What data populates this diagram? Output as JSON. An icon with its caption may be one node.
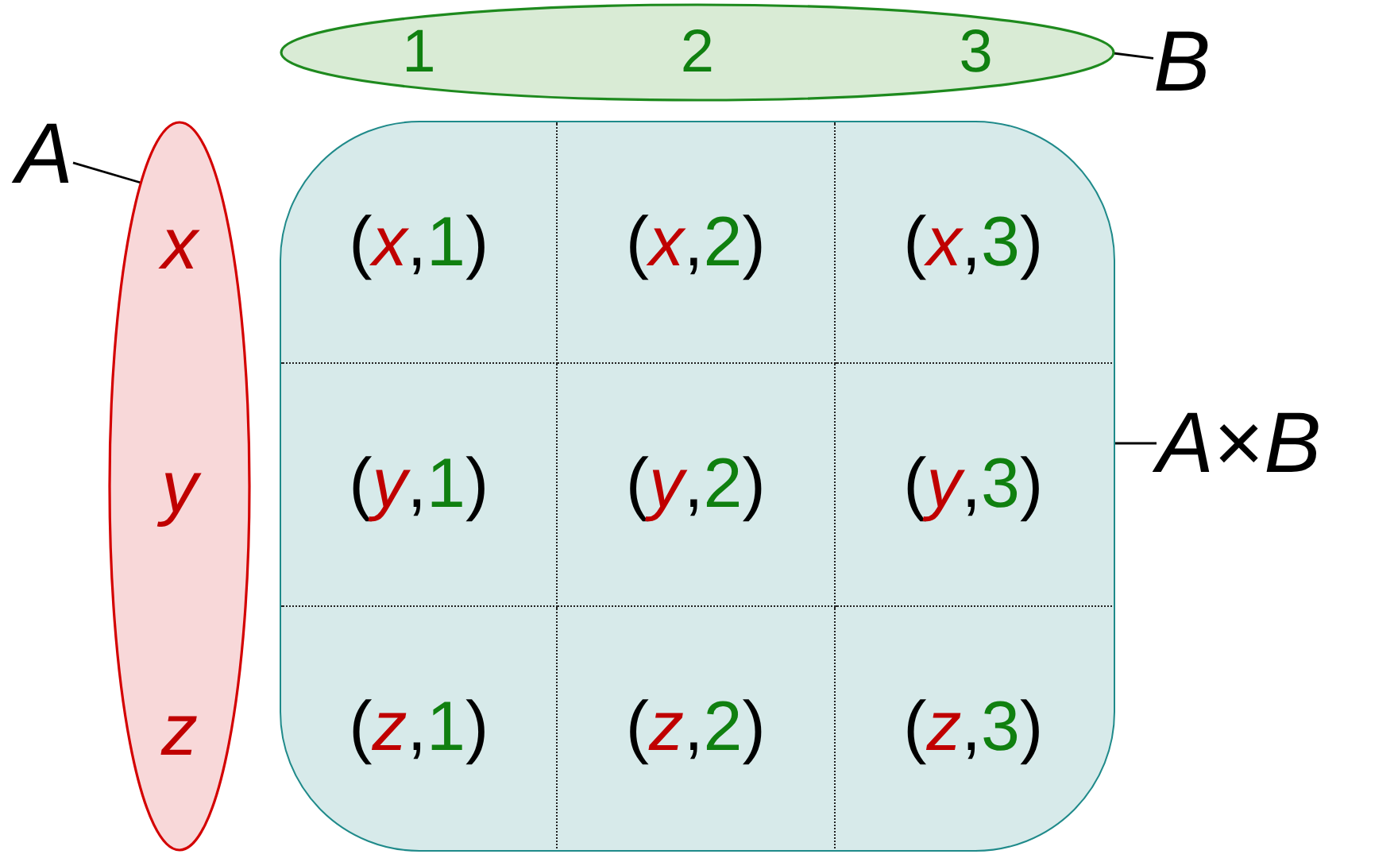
{
  "diagram": {
    "nodes": [
      {
        "text": [
          "1",
          "2",
          "3"
        ]
      },
      {
        "text": [
          "B"
        ]
      },
      {
        "text": [
          "A"
        ]
      },
      {
        "text": [
          "x",
          "y",
          "z"
        ]
      },
      {
        "text": [],
        "shape": "box"
      },
      {
        "text": [
          "(*x*,1)"
        ],
        "in": 4
      },
      {
        "text": [
          "(*x*,2)"
        ],
        "in": 4
      },
      {
        "text": [
          "(*x*,3)"
        ],
        "in": 4
      },
      {
        "text": [
          "(*y*,1)"
        ],
        "in": 4
      },
      {
        "text": [
          "(*y*,2)"
        ],
        "in": 4
      },
      {
        "text": [
          "(*y*,3)"
        ],
        "in": 4
      },
      {
        "text": [
          "(*z*,1)"
        ],
        "in": 4
      },
      {
        "text": [
          "(*z*,2)"
        ],
        "in": 4
      },
      {
        "text": [
          "(*z*,3)"
        ],
        "in": 4
      },
      {
        "text": [
          "*A*×*B*"
        ]
      }
    ],
    "edges": [
      {
        "from": 1,
        "to": 0,
        "arrow": "none"
      },
      {
        "from": 2,
        "to": 3,
        "arrow": "none"
      },
      {
        "from": 14,
        "to": 4,
        "arrow": "none"
      }
    ]
  }
}
